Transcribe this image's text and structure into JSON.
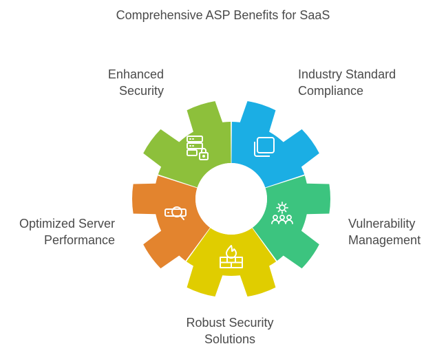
{
  "title": "Comprehensive ASP Benefits for SaaS",
  "segments": [
    {
      "key": "security",
      "label_line1": "Enhanced",
      "label_line2": "Security",
      "color": "#1baee4",
      "icon": "server-lock-icon"
    },
    {
      "key": "compliance",
      "label_line1": "Industry Standard",
      "label_line2": "Compliance",
      "color": "#3cc47f",
      "icon": "documents-icon"
    },
    {
      "key": "vulnerability",
      "label_line1": "Vulnerability",
      "label_line2": "Management",
      "color": "#e0cd00",
      "icon": "team-gear-icon"
    },
    {
      "key": "solutions",
      "label_line1": "Robust Security",
      "label_line2": "Solutions",
      "color": "#e3842e",
      "icon": "firewall-icon"
    },
    {
      "key": "performance",
      "label_line1": "Optimized Server",
      "label_line2": "Performance",
      "color": "#8dc03b",
      "icon": "server-inspect-icon"
    }
  ]
}
